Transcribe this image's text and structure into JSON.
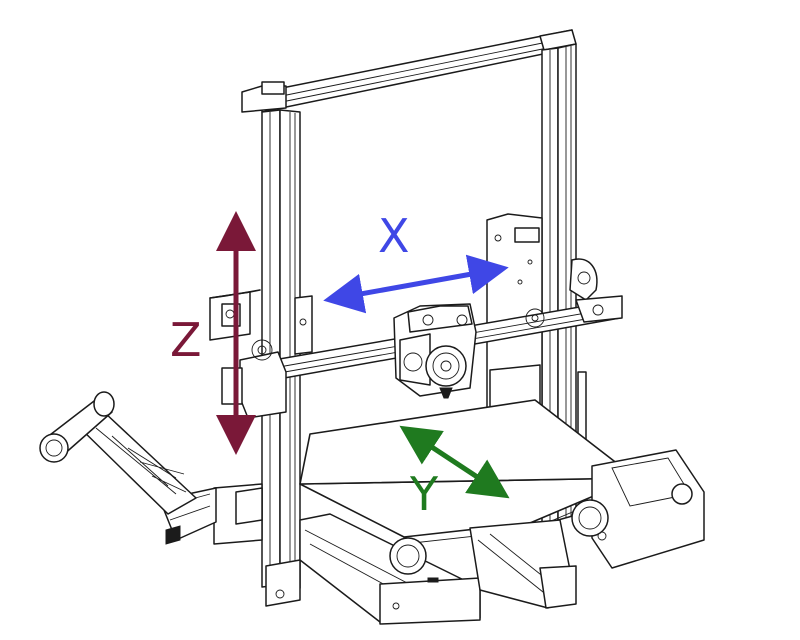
{
  "axes": {
    "x": {
      "label": "X",
      "color": "#3f47e6"
    },
    "y": {
      "label": "Y",
      "color": "#1f7a1f"
    },
    "z": {
      "label": "Z",
      "color": "#7a1838"
    }
  },
  "colors": {
    "line_art": "#1b1b1b",
    "background": "#ffffff"
  }
}
